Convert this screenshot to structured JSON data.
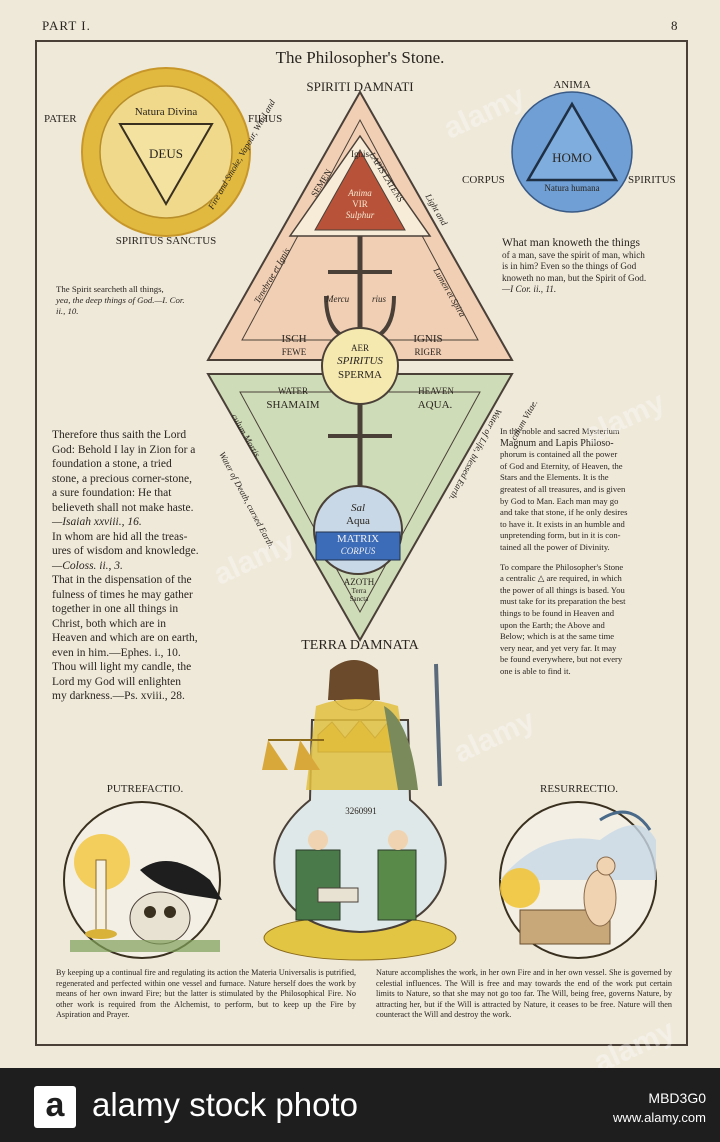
{
  "header": {
    "part": "PART I.",
    "page_number": "8"
  },
  "title": "The Philosopher's Stone.",
  "left_circle": {
    "top": "Natura Divina",
    "center": "DEUS",
    "left": "PATER",
    "right": "FILIUS",
    "bottom": "SPIRITUS SANCTUS"
  },
  "right_circle": {
    "top": "ANIMA",
    "center": "HOMO",
    "bottom_inner": "Natura humana",
    "left": "CORPUS",
    "right": "SPIRITUS"
  },
  "upper_triangle": {
    "title": "SPIRITI DAMNATI",
    "ignis": "Ignis",
    "semen": "SEMEN",
    "lapis": "LAPIS LATENS",
    "anima": "Anima",
    "vir": "VIR",
    "sulphur": "Sulphur",
    "left_side": "Fire and Smoke, Vapour, Wind and",
    "left_side2": "Tenebrae et Ignis",
    "right_side": "Light and",
    "right_side2": "Lumen et Spira",
    "mercu": "Mercu",
    "rius": "rius",
    "isch": "ISCH",
    "fewe": "FEWE",
    "ignis2": "IGNIS",
    "riger": "RIGER"
  },
  "center_circle": {
    "aer": "AER",
    "spiritus": "SPIRITUS",
    "sperma": "SPERMA"
  },
  "lower_triangle": {
    "water": "WATER",
    "shamaim": "SHAMAIM",
    "heaven": "HEAVEN",
    "aqua": "AQUA.",
    "left_inner": "culum Mortis.",
    "right_inner": "culum Vitae.",
    "left_side": "Water of Death, cursed Earth.",
    "right_side": "Water of Life, blessed Earth.",
    "matrix": "MATRIX",
    "corpus": "CORPUS",
    "sal": "Sal",
    "aqua2": "Aqua",
    "azoth": "AZOTH",
    "terra": "Terra",
    "sancta": "Sancta",
    "bottom_title": "TERRA DAMNATA"
  },
  "left_quote": {
    "l1": "The Spirit searcheth all things,",
    "l2": "yea, the deep things of God.—I. Cor.",
    "l3": "ii., 10."
  },
  "right_quote": {
    "l1": "What man knoweth the things",
    "l2": "of a man, save the spirit of man, which",
    "l3": "is in him? Even so the things of God",
    "l4": "knoweth no man, but the Spirit of God.",
    "l5": "—I Cor. ii., 11."
  },
  "left_scripture": [
    "Therefore thus saith the Lord",
    "God: Behold I lay in Zion for a",
    "foundation a stone, a tried",
    "stone, a precious corner-stone,",
    "a sure foundation: He that",
    "believeth shall not make haste.",
    "—Isaiah xxviii., 16.",
    "In whom are hid all the treas-",
    "ures of wisdom and knowledge.",
    "—Coloss. ii., 3.",
    "That in the dispensation of the",
    "fulness of times he may gather",
    "together in one all things in",
    "Christ, both which are in",
    "Heaven and which are on earth,",
    "even in him.—Ephes. i., 10.",
    "Thou will light my candle, the",
    "Lord my God will enlighten",
    "my darkness.—Ps. xviii., 28."
  ],
  "right_text": [
    "In the noble and sacred Mysterium",
    "Magnum and Lapis Philoso-",
    "phorum is contained all the power",
    "of God and Eternity, of Heaven, the",
    "Stars and the Elements. It is the",
    "greatest of all treasures, and is given",
    "by God to Man. Each man may go",
    "and take that stone, if he only desires",
    "to have it. It exists in an humble and",
    "unpretending form, but in it is con-",
    "tained all the power of Divinity.",
    "",
    "To compare the Philosopher's Stone",
    "a centralic △ are required, in which",
    "the power of all things is based. You",
    "must take for its preparation the best",
    "things to be found in Heaven and",
    "upon the Earth; the Above and",
    "Below; which is at the same time",
    "very near, and yet very far. It may",
    "be found everywhere, but not every",
    "one is able to find it."
  ],
  "medallions": {
    "left_label": "PUTREFACTIO.",
    "right_label": "RESURRECTIO.",
    "flask_number": "3260991"
  },
  "bottom_left": "By keeping up a continual fire and regulating its action the Materia Universalis is putrified, regenerated and perfected within one vessel and furnace. Nature herself does the work by means of her own inward Fire; but the latter is stimulated by the Philosophical Fire. No other work is required from the Alchemist, to perform, but to keep up the Fire by Aspiration and Prayer.",
  "bottom_right": "Nature accomplishes the work, in her own Fire and in her own vessel. She is governed by celestial influences. The Will is free and may towards the end of the work put certain limits to Nature, so that she may not go too far. The Will, being free, governs Nature, by attracting her, but if the Will is attracted by Nature, it ceases to be free. Nature will then counteract the Will and destroy the work.",
  "footer": {
    "logo_letter": "a",
    "brand": "alamy stock photo",
    "image_id": "MBD3G0",
    "site": "www.alamy.com"
  },
  "watermark": "alamy",
  "colors": {
    "paper": "#efe9da",
    "gold": "#d9b23a",
    "blue": "#6f9fd4",
    "salmon": "#f1cfb4",
    "green": "#cfdcb8",
    "red": "#b8533a",
    "footer": "#1e1e1e"
  }
}
